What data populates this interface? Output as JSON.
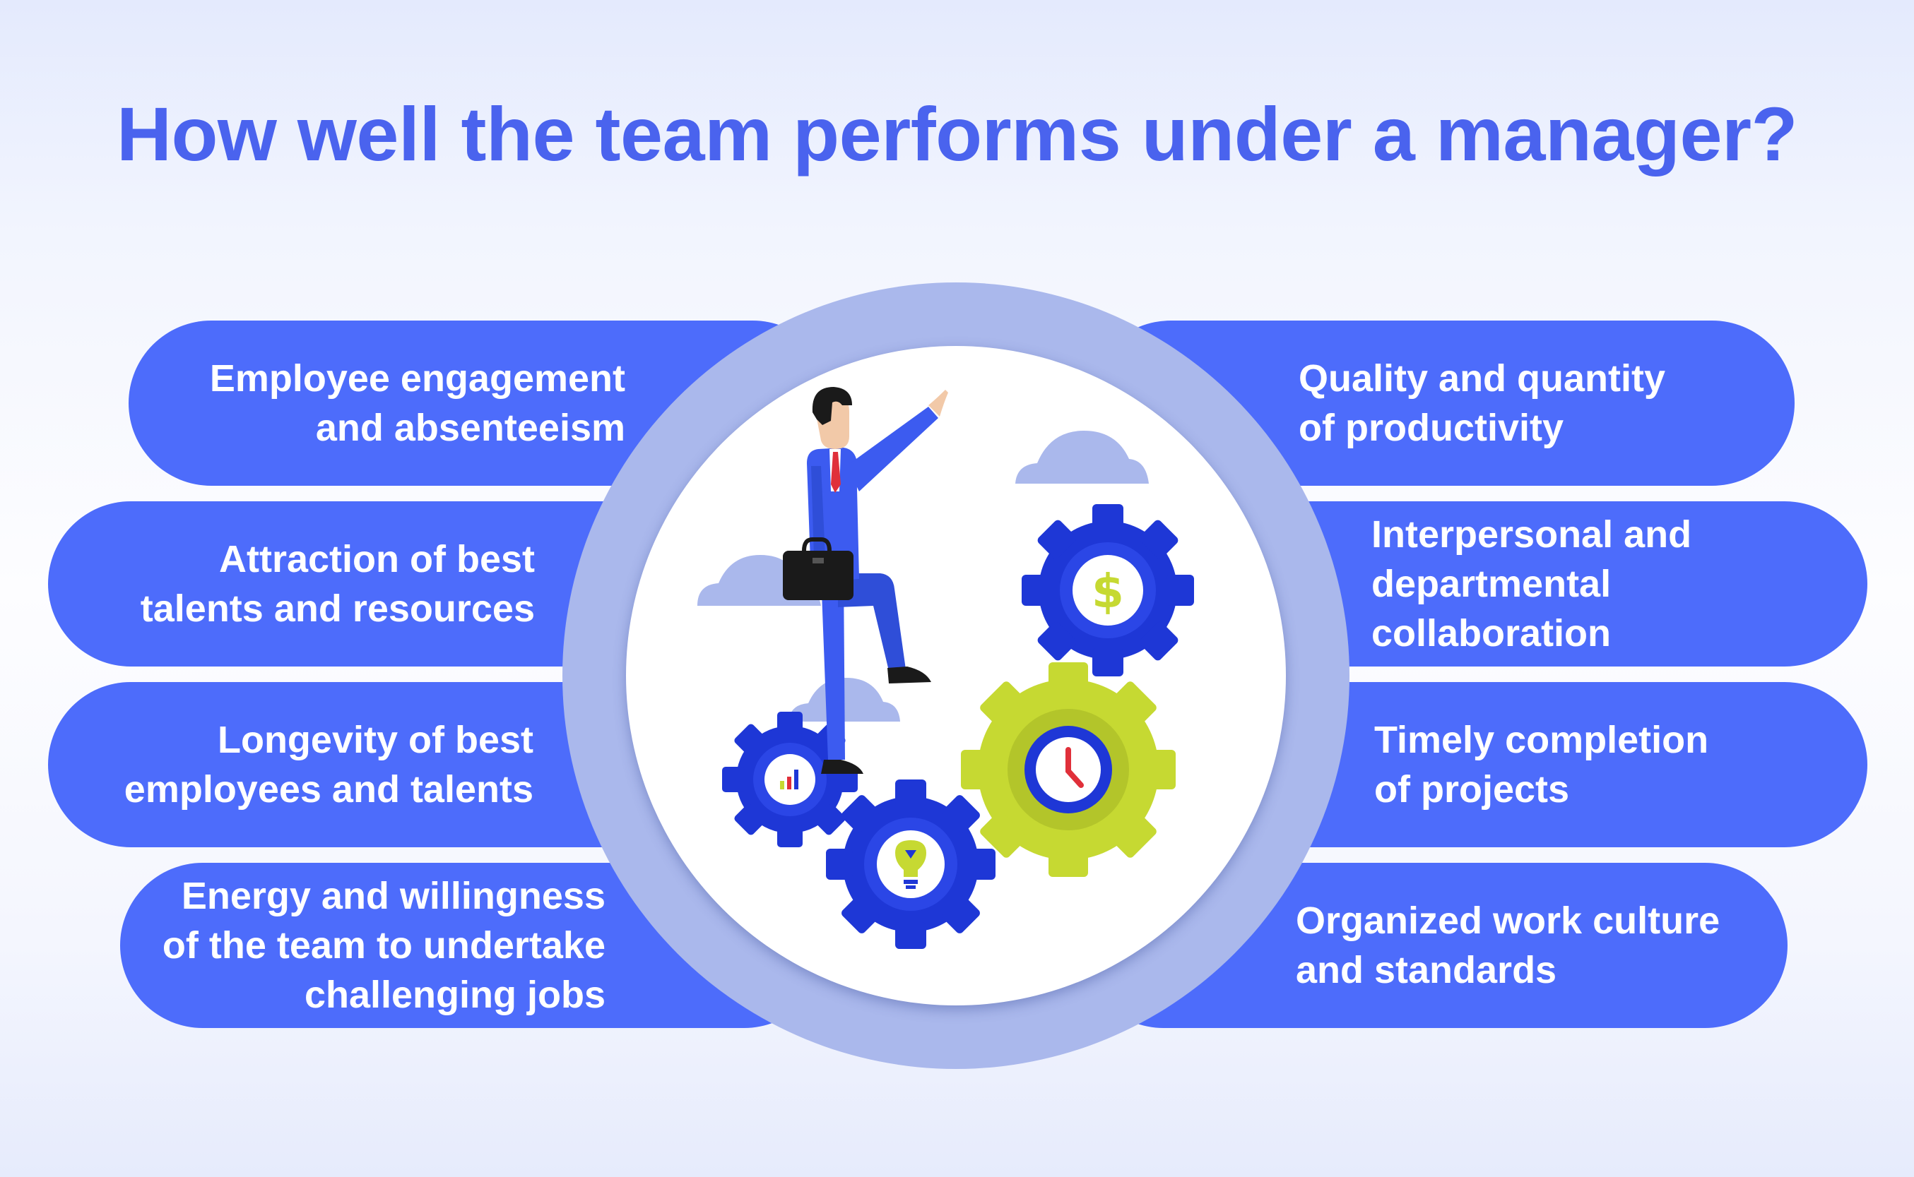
{
  "title": "How well the team performs under a manager?",
  "colors": {
    "title": "#4a63ee",
    "pill": "#4d6cfb",
    "ring": "#aab8ec",
    "gear_blue": "#1e37d6",
    "gear_green": "#c6d932",
    "suit": "#3c5bf0",
    "cloud": "#aab8ec"
  },
  "left_items": [
    {
      "lines": [
        "Employee engagement",
        "and absenteeism"
      ]
    },
    {
      "lines": [
        "Attraction of best",
        "talents and resources"
      ]
    },
    {
      "lines": [
        "Longevity of best",
        "employees and talents"
      ]
    },
    {
      "lines": [
        "Energy and willingness",
        "of the team to undertake",
        "challenging jobs"
      ]
    }
  ],
  "right_items": [
    {
      "lines": [
        "Quality and quantity",
        "of productivity"
      ]
    },
    {
      "lines": [
        "Interpersonal and",
        "departmental",
        "collaboration"
      ]
    },
    {
      "lines": [
        "Timely completion",
        "of projects"
      ]
    },
    {
      "lines": [
        "Organized work culture",
        "and standards"
      ]
    }
  ],
  "illustration": {
    "subject": "businessman-climbing-gears",
    "icons": [
      "dollar-icon",
      "clock-icon",
      "bar-chart-icon",
      "lightbulb-icon",
      "briefcase-icon",
      "cloud-icon"
    ]
  }
}
